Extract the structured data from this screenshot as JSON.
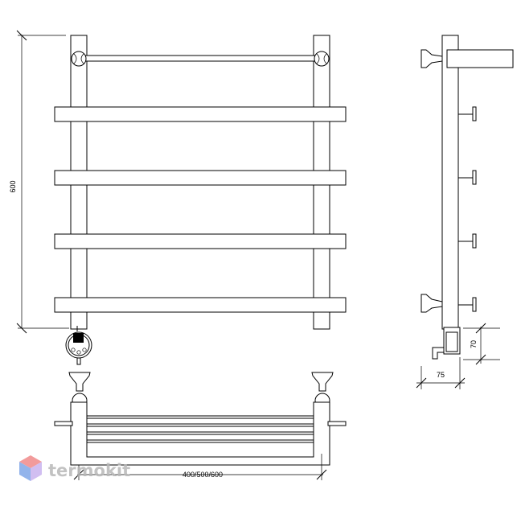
{
  "dimensions": {
    "height_label": "600",
    "width_label": "400/500/600",
    "heater_height_label": "70",
    "depth_label": "75"
  },
  "brand": {
    "name": "termokit",
    "text_color": "#b8b8b8",
    "logo_colors": [
      "#f08a8a",
      "#7fa7e8",
      "#c9b3ef"
    ]
  }
}
